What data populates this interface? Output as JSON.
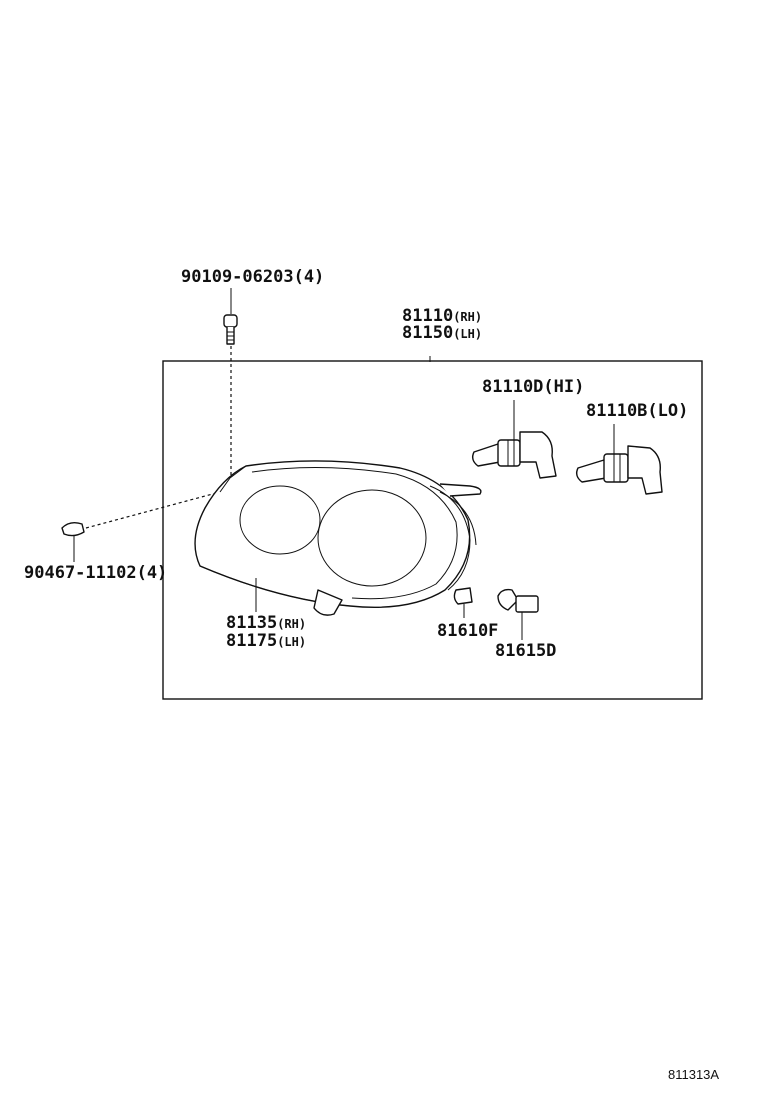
{
  "labels": {
    "screw": "90109-06203(4)",
    "assy_num_1": "81110",
    "assy_suf_1": "(RH)",
    "assy_num_2": "81150",
    "assy_suf_2": "(LH)",
    "bulb_hi": "81110D(HI)",
    "bulb_lo": "81110B(LO)",
    "nut": "90467-11102(4)",
    "lens_num_1": "81135",
    "lens_suf_1": "(RH)",
    "lens_num_2": "81175",
    "lens_suf_2": "(LH)",
    "bulb_small": "81610F",
    "socket": "81615D"
  },
  "reference_code": "811313A"
}
